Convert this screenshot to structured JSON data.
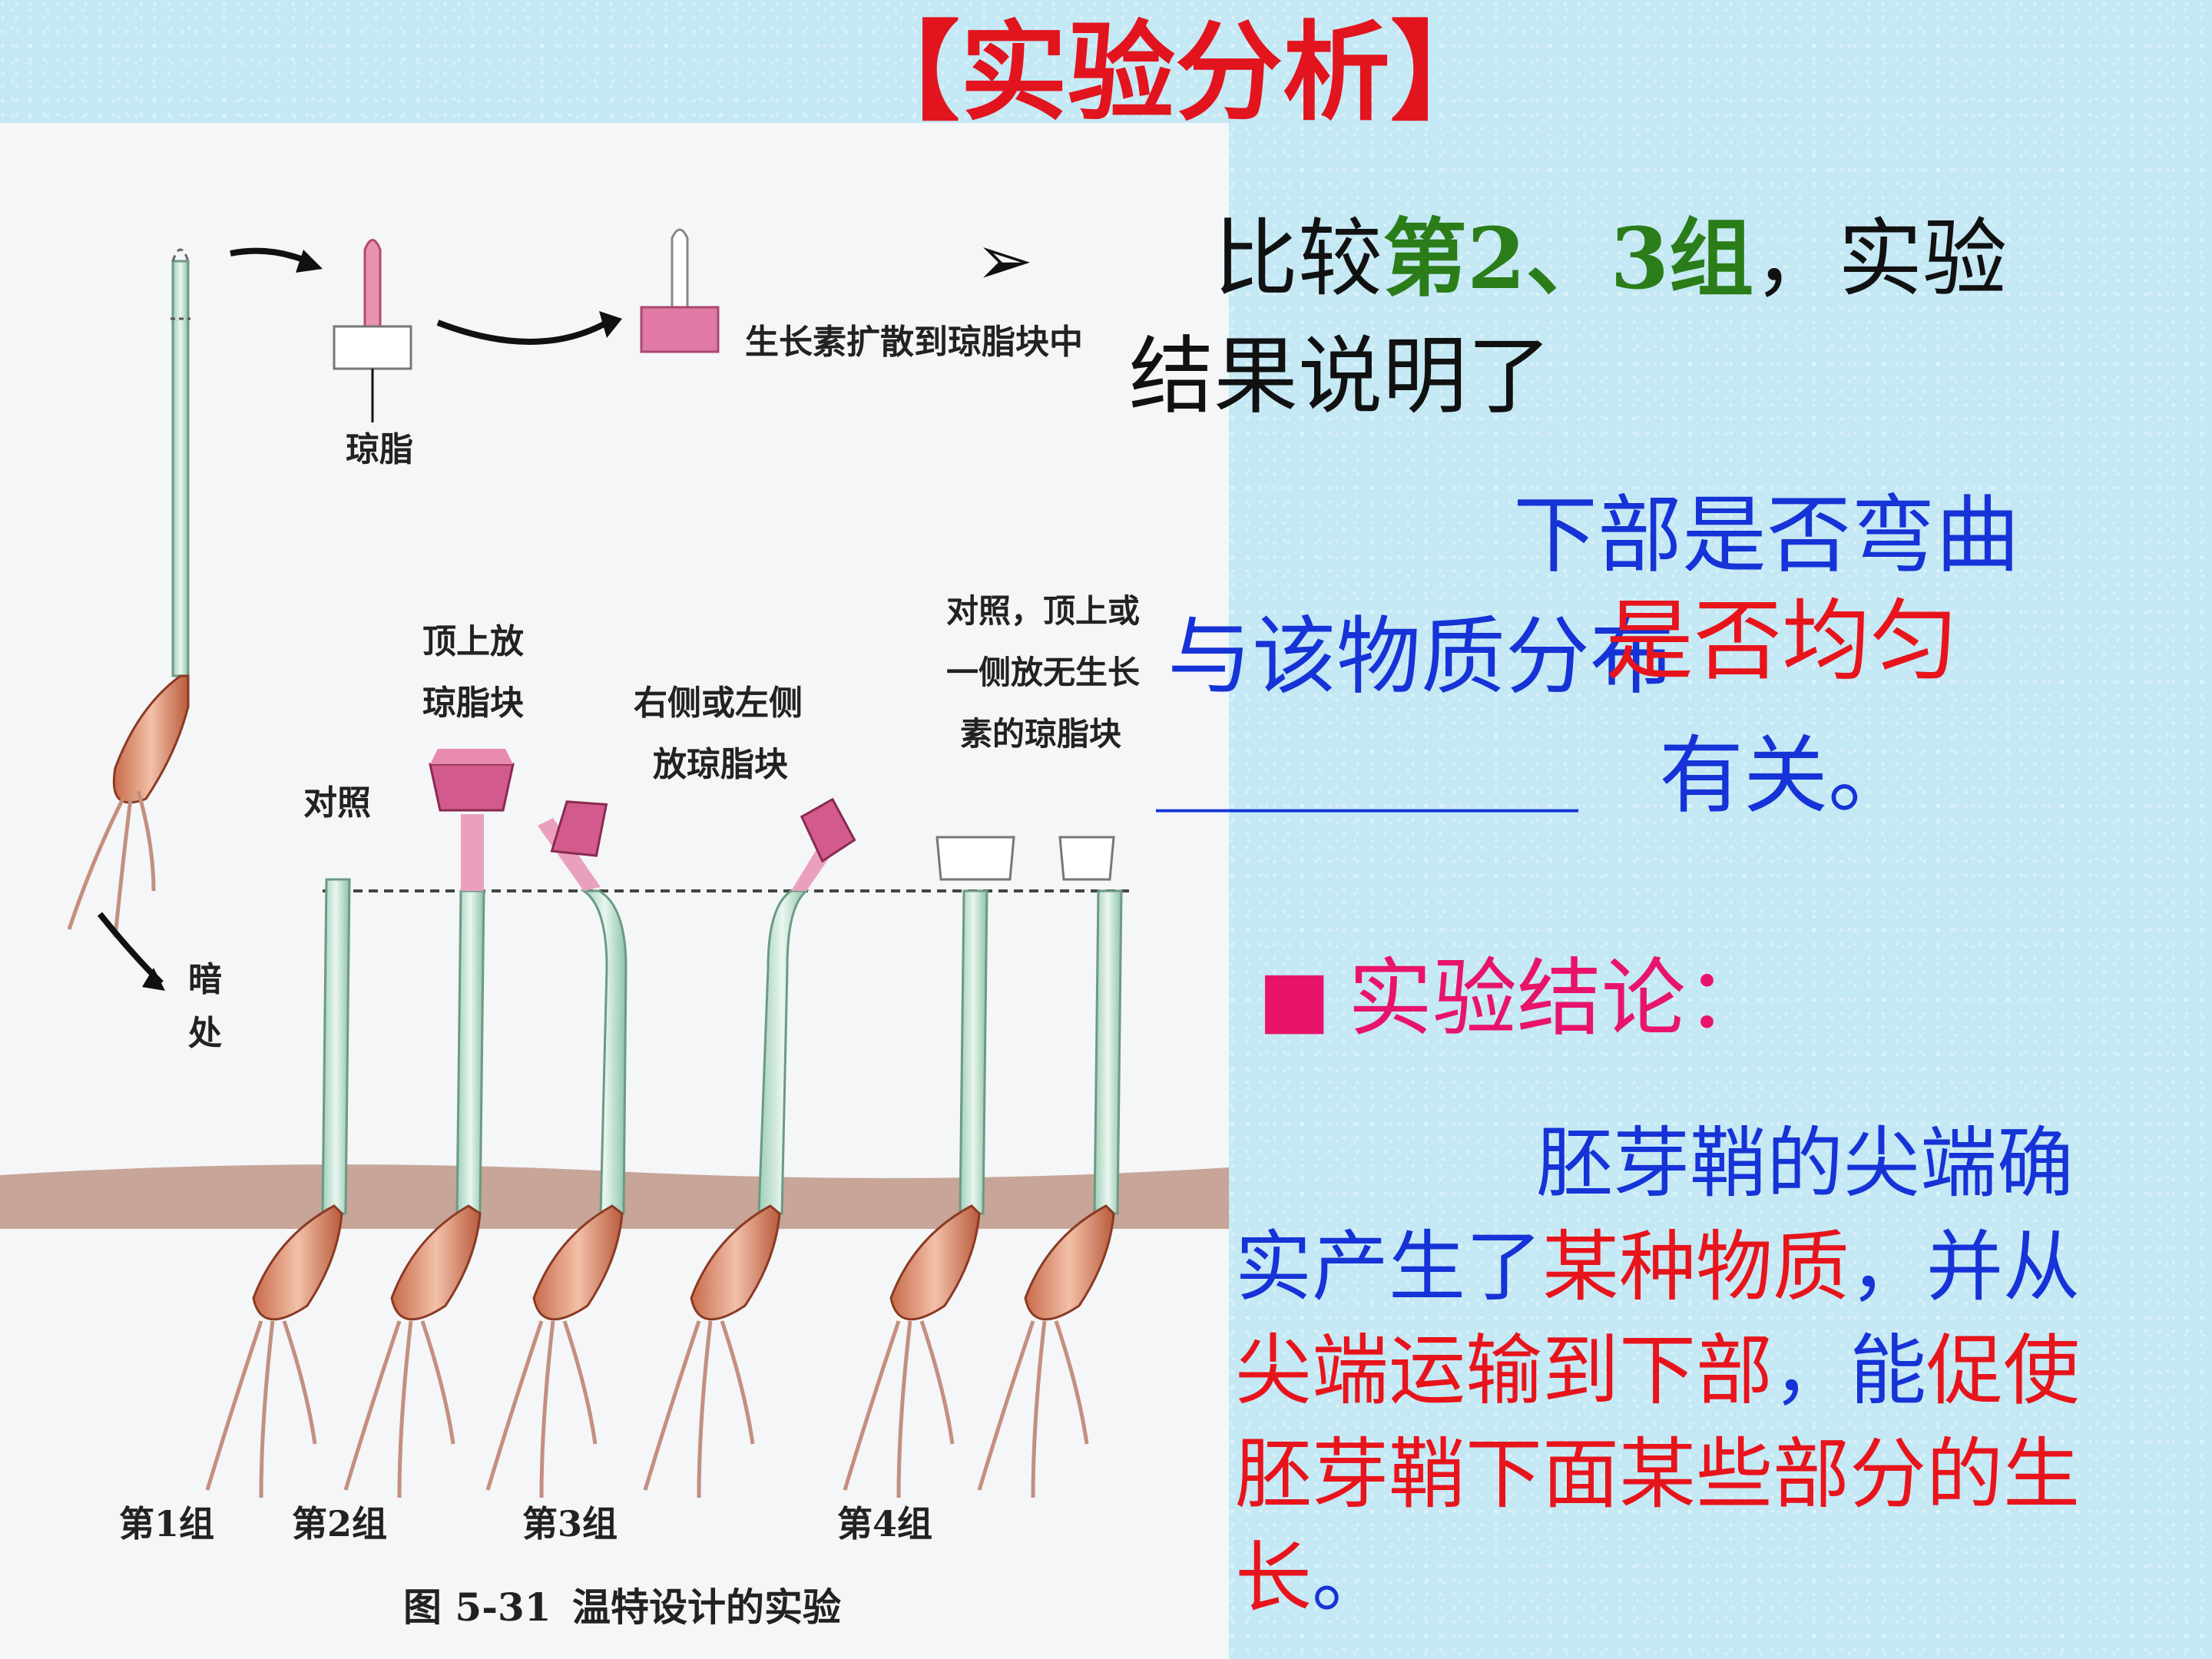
{
  "title": "【实验分析】",
  "figure": {
    "caption_id": "图 5-31",
    "caption_text": "温特设计的实验",
    "label_diffuse": "生长素扩散到琼脂块中",
    "label_agar": "琼脂",
    "label_dark_1": "暗",
    "label_dark_2": "处",
    "label_control": "对照",
    "label_top_1": "顶上放",
    "label_top_2": "琼脂块",
    "label_side_1": "右侧或左侧",
    "label_side_2": "放琼脂块",
    "label_ctrl_1": "对照，顶上或",
    "label_ctrl_2": "一侧放无生长",
    "label_ctrl_3": "素的琼脂块",
    "group1": "第1组",
    "group2": "第2组",
    "group3": "第3组",
    "group4": "第4组"
  },
  "bullet": {
    "symbol": "➢",
    "compare_prefix": "比较",
    "groups": "第2、3组",
    "compare_suffix": "，实验",
    "line2": "结果说明了",
    "blue1": "下部是否弯曲",
    "blue2": "与该物质分布",
    "red_overlap": "是否均匀",
    "blank": "___________",
    "blue3": "有关。"
  },
  "conclusion": {
    "marker": "■",
    "heading": "实验结论：",
    "p1_blue": "胚芽鞘的尖端确",
    "p2_blue": "实产生了",
    "p2_red": "某种物质",
    "p2_blue_b": "，并从",
    "p3_red": "尖端运输到下部",
    "p3_blue": "，能",
    "p3_red_b": "促使",
    "p4_red": "胚芽鞘下面某些部分的",
    "p4_red_b": "生",
    "p5_red": "长",
    "p5_blue": "。"
  },
  "colors": {
    "title": "#e2141e",
    "blue": "#1533d6",
    "red": "#e8141c",
    "green": "#2a7d18",
    "pink": "#e8146a"
  }
}
